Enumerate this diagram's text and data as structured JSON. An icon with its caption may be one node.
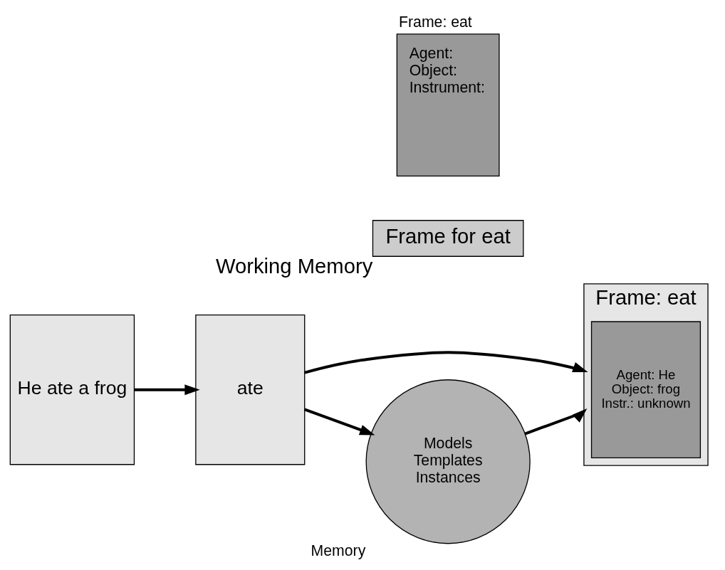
{
  "diagram": {
    "nodes": [
      {
        "text": [
          "He ate a frog"
        ]
      },
      {
        "text": [
          "ate"
        ]
      },
      {
        "text": [
          "Frame: eat"
        ]
      },
      {
        "text": [
          "Agent: He",
          "Object: frog",
          "Instr.: unknown"
        ],
        "in": 2
      },
      {
        "text": [
          "Frame for eat"
        ],
        "beside": [
          "Working Memory"
        ]
      },
      {
        "text": [
          "Models",
          "Templates",
          "Instances"
        ],
        "beside": [
          "Memory"
        ]
      },
      {
        "text": [
          "Frame: eat",
          "Agent:",
          "Object:",
          "Instrument:"
        ]
      }
    ],
    "edges": [
      {
        "from": 0,
        "to": 1,
        "arrow": "to"
      },
      {
        "from": 1,
        "to": 2,
        "arrow": "to"
      },
      {
        "from": 1,
        "to": 5,
        "arrow": "to"
      },
      {
        "from": 5,
        "to": 2,
        "arrow": "to"
      }
    ]
  }
}
